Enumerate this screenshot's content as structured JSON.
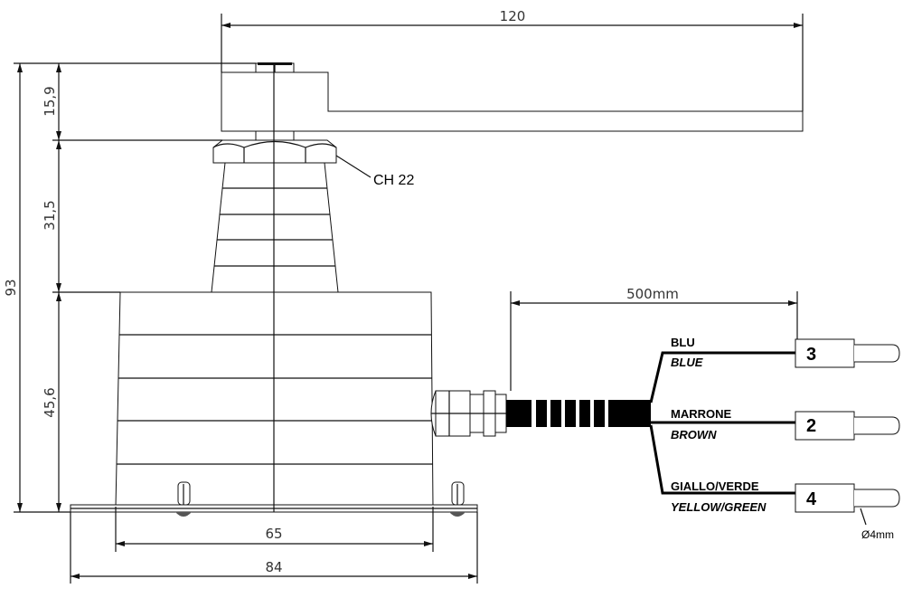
{
  "dimensions": {
    "lever_length": "120",
    "total_height": "93",
    "lever_height": "15,9",
    "neck_height": "31,5",
    "body_height": "45,6",
    "body_width": "65",
    "base_width": "84",
    "cable_length": "500mm"
  },
  "callouts": {
    "nut": "CH 22",
    "pin_diameter": "Ø4mm"
  },
  "wires": [
    {
      "label_it": "BLU",
      "label_en": "BLUE",
      "terminal": "3"
    },
    {
      "label_it": "MARRONE",
      "label_en": "BROWN",
      "terminal": "2"
    },
    {
      "label_it": "GIALLO/VERDE",
      "label_en": "YELLOW/GREEN",
      "terminal": "4"
    }
  ]
}
